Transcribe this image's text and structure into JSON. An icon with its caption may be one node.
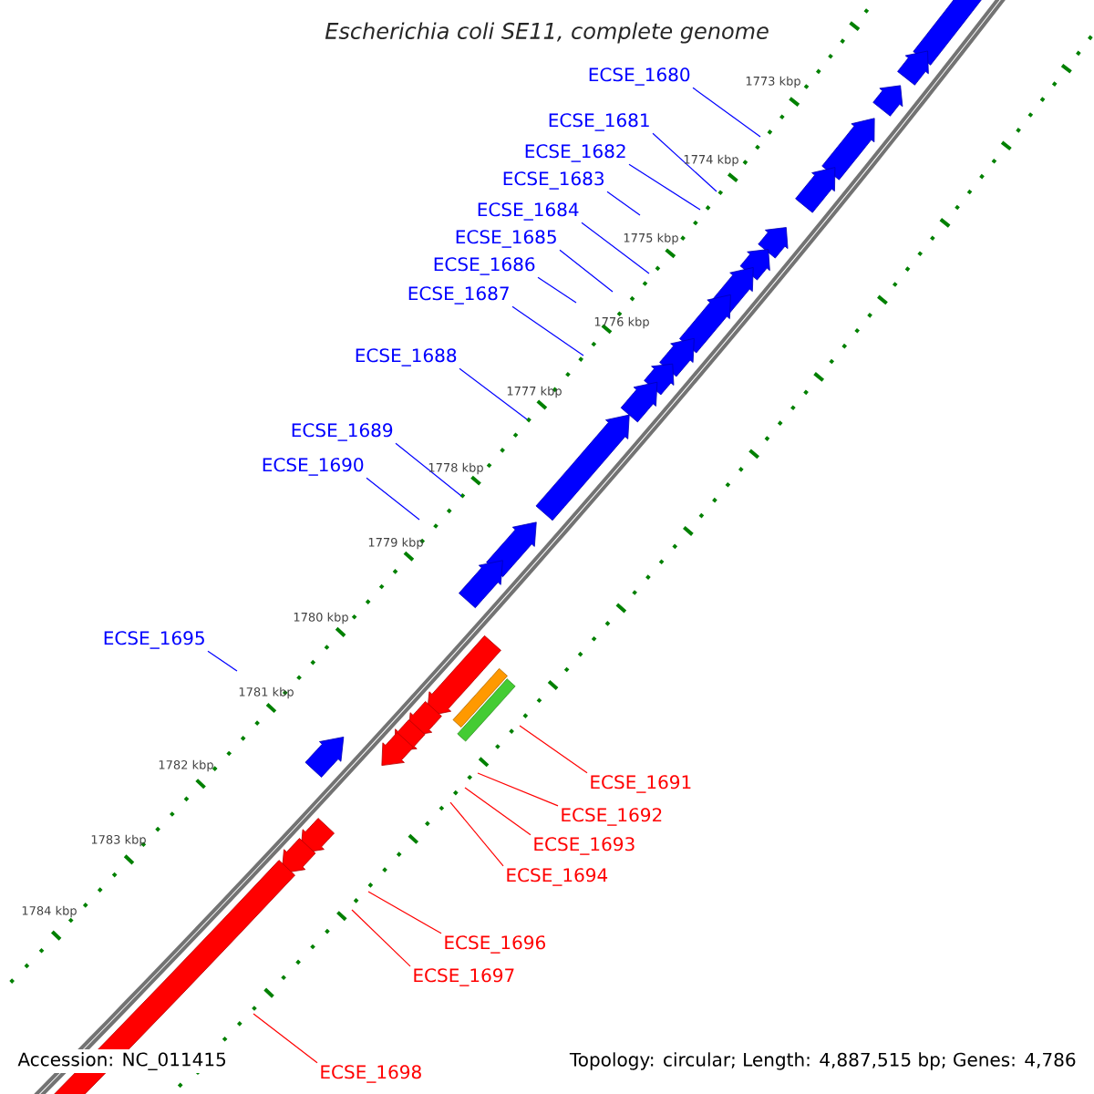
{
  "diagram": {
    "title": "Escherichia coli SE11, complete genome",
    "nodes": [
      {
        "text": [
          "ECSE_1680"
        ]
      },
      {
        "text": [
          "ECSE_1681"
        ]
      },
      {
        "text": [
          "ECSE_1682"
        ]
      },
      {
        "text": [
          "ECSE_1683"
        ]
      },
      {
        "text": [
          "ECSE_1684"
        ]
      },
      {
        "text": [
          "ECSE_1685"
        ]
      },
      {
        "text": [
          "ECSE_1686"
        ]
      },
      {
        "text": [
          "ECSE_1687"
        ]
      },
      {
        "text": [
          "ECSE_1688"
        ]
      },
      {
        "text": [
          "ECSE_1689"
        ]
      },
      {
        "text": [
          "ECSE_1690"
        ]
      },
      {
        "text": [
          "ECSE_1695"
        ]
      },
      {
        "text": [
          "ECSE_1691"
        ]
      },
      {
        "text": [
          "ECSE_1692"
        ]
      },
      {
        "text": [
          "ECSE_1693"
        ]
      },
      {
        "text": [
          "ECSE_1694"
        ]
      },
      {
        "text": [
          "ECSE_1696"
        ]
      },
      {
        "text": [
          "ECSE_1697"
        ]
      },
      {
        "text": [
          "ECSE_1698"
        ]
      }
    ],
    "edges": [
      {
        "from": 0,
        "to": null,
        "arrow": "none"
      },
      {
        "from": 1,
        "to": null,
        "arrow": "none"
      },
      {
        "from": 2,
        "to": null,
        "arrow": "none"
      },
      {
        "from": 3,
        "to": null,
        "arrow": "none"
      },
      {
        "from": 4,
        "to": null,
        "arrow": "none"
      },
      {
        "from": 5,
        "to": null,
        "arrow": "none"
      },
      {
        "from": 6,
        "to": null,
        "arrow": "none"
      },
      {
        "from": 7,
        "to": null,
        "arrow": "none"
      },
      {
        "from": 8,
        "to": null,
        "arrow": "none"
      },
      {
        "from": 9,
        "to": null,
        "arrow": "none"
      },
      {
        "from": 10,
        "to": null,
        "arrow": "none"
      },
      {
        "from": 11,
        "to": null,
        "arrow": "none"
      },
      {
        "from": 12,
        "to": null,
        "arrow": "none",
        "color": "#ff0000"
      },
      {
        "from": 13,
        "to": null,
        "arrow": "none",
        "color": "#ff0000"
      },
      {
        "from": 14,
        "to": null,
        "arrow": "none",
        "color": "#ff0000"
      },
      {
        "from": 15,
        "to": null,
        "arrow": "none",
        "color": "#ff0000"
      },
      {
        "from": 16,
        "to": null,
        "arrow": "none",
        "color": "#ff0000"
      },
      {
        "from": 17,
        "to": null,
        "arrow": "none",
        "color": "#ff0000"
      },
      {
        "from": 18,
        "to": null,
        "arrow": "none",
        "color": "#ff0000"
      }
    ],
    "labels": [
      "1773 kbp",
      "1774 kbp",
      "1775 kbp",
      "1776 kbp",
      "1777 kbp",
      "1778 kbp",
      "1779 kbp",
      "1780 kbp",
      "1781 kbp",
      "1782 kbp",
      "1783 kbp",
      "1784 kbp",
      "Accession: NC_011415",
      "Topology: circular; Length: 4,887,515 bp; Genes: 4,786"
    ]
  }
}
